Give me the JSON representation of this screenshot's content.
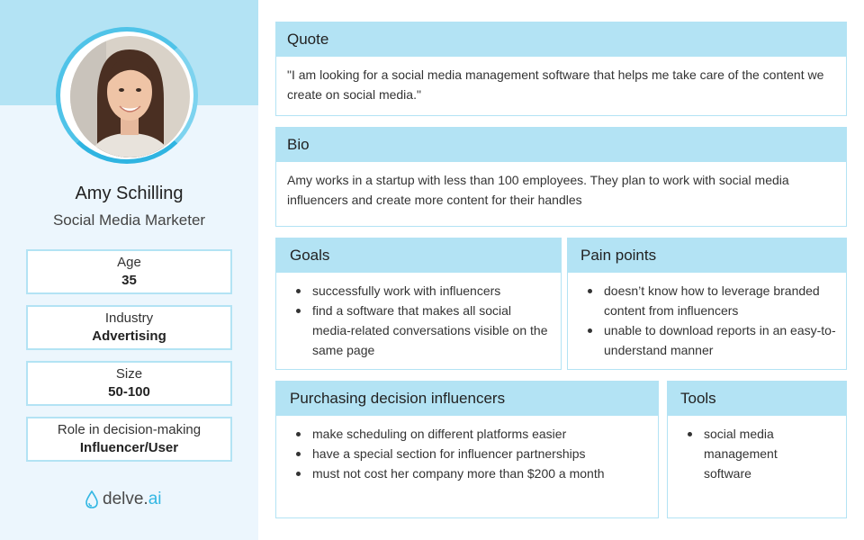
{
  "profile": {
    "name": "Amy Schilling",
    "role": "Social Media Marketer"
  },
  "stats": [
    {
      "label": "Age",
      "value": "35"
    },
    {
      "label": "Industry",
      "value": "Advertising"
    },
    {
      "label": "Size",
      "value": "50-100"
    },
    {
      "label": "Role in decision-making",
      "value": "Influencer/User"
    }
  ],
  "brand": {
    "prefix": "delve.",
    "suffix": "ai",
    "icon": "drop-icon"
  },
  "quote": {
    "title": "Quote",
    "text": "\"I am looking for a social media management software that helps me take care of the content we create on social media.\""
  },
  "bio": {
    "title": "Bio",
    "text": "Amy works in a startup with less than 100 employees. They plan to work with social media influencers and create more content for their handles"
  },
  "goals": {
    "title": "Goals",
    "items": [
      "successfully work with influencers",
      "find a software that makes all social media-related conversations visible on the same page"
    ]
  },
  "pain_points": {
    "title": "Pain points",
    "items": [
      "doesn’t know how to leverage branded content from influencers",
      "unable to download reports in an easy-to-understand manner"
    ]
  },
  "purchasing": {
    "title": "Purchasing decision influencers",
    "items": [
      "make scheduling on different platforms easier",
      "have a special section for influencer partnerships",
      "must not cost her company more than $200 a month"
    ]
  },
  "tools": {
    "title": "Tools",
    "items": [
      "social media management software"
    ]
  },
  "colors": {
    "accent": "#b3e3f4",
    "ring": "#4fc3e8",
    "left_bg": "#ecf6fd"
  }
}
